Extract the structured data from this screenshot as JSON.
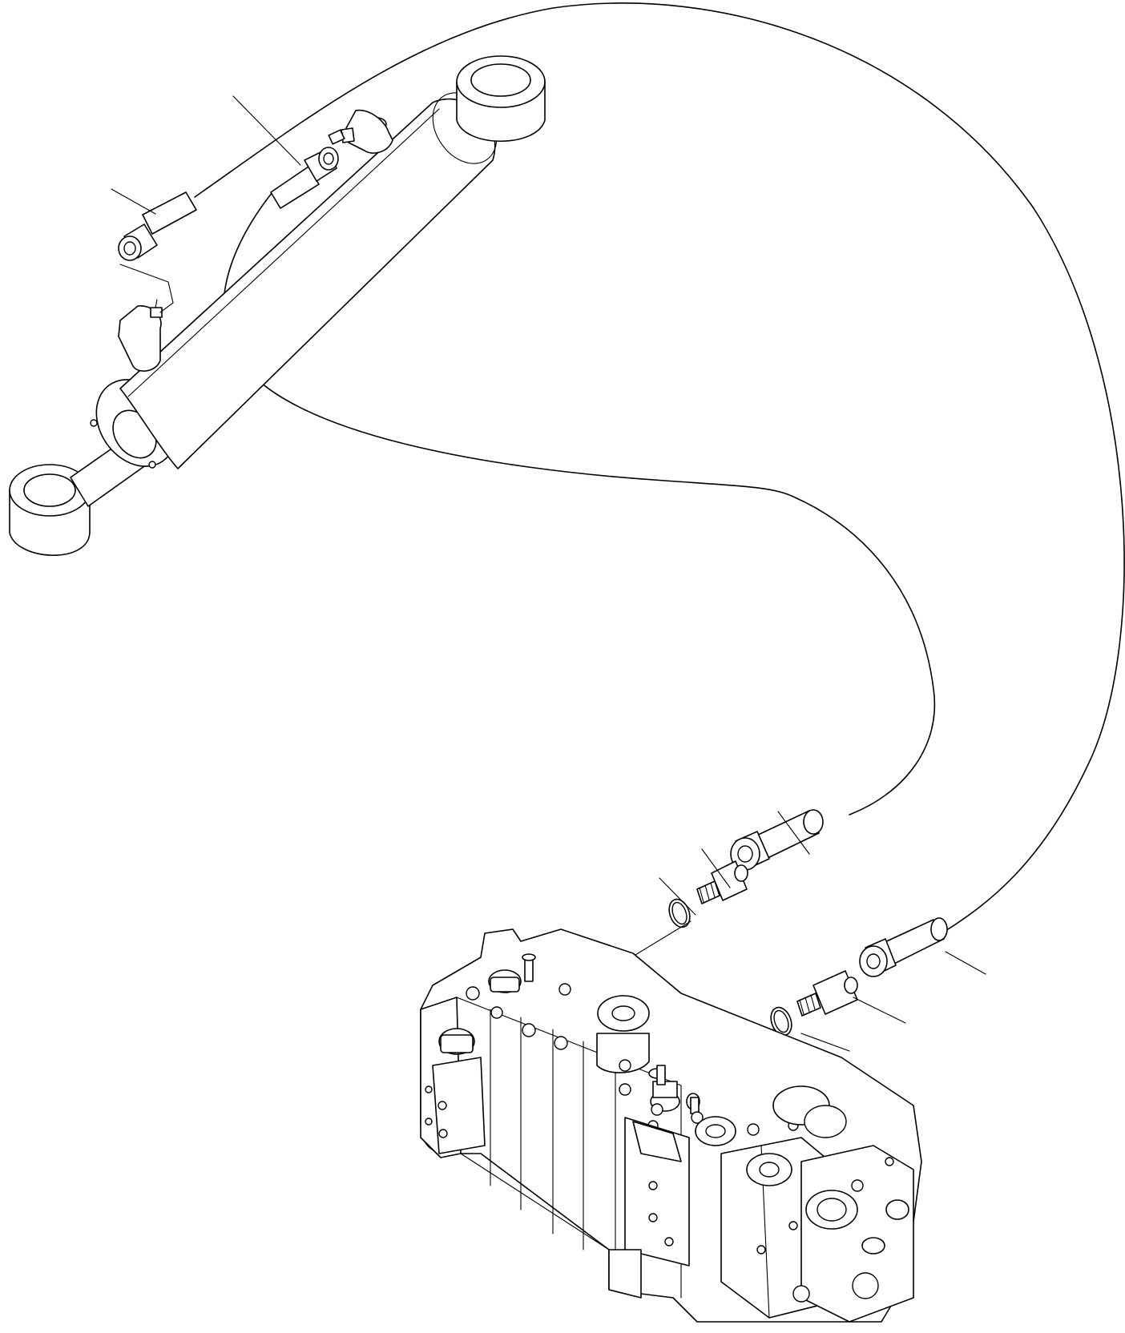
{
  "diagram": {
    "kind": "exploded parts diagram",
    "line_color": "#000000",
    "background_color": "#ffffff",
    "components": [
      "hydraulic-cylinder",
      "cylinder-elbow-fitting-upper",
      "cylinder-elbow-fitting-lower",
      "hose-assembly-a",
      "hose-assembly-b",
      "hose-end-fitting-upper-left",
      "hose-end-fitting-upper-center",
      "hose-end-fitting-lower-center",
      "hose-end-fitting-lower-right",
      "adapter-fitting-center",
      "adapter-fitting-right",
      "o-ring-center",
      "o-ring-right",
      "control-valve-block"
    ],
    "callout_count": 8,
    "callout_labels": []
  }
}
